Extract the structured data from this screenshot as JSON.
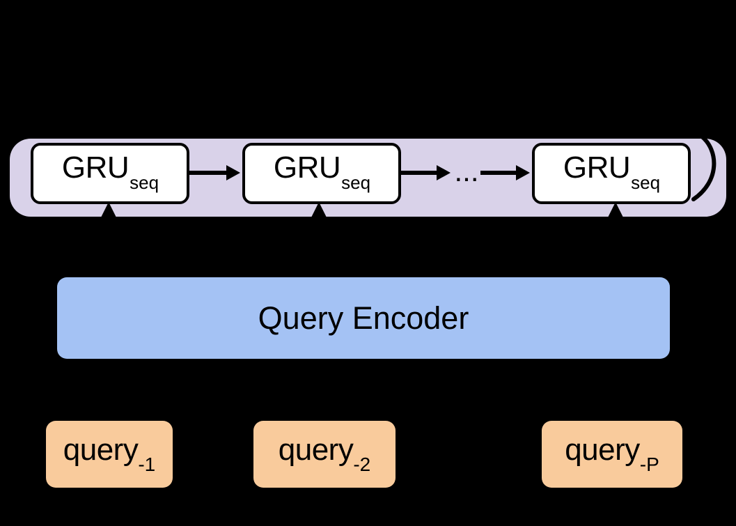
{
  "diagram": {
    "background_color": "#000000",
    "recurrent_band": {
      "name": "GRU sequence band",
      "fill_color": "#D9D2E9",
      "cells": [
        {
          "base": "GRU",
          "subscript": "seq"
        },
        {
          "base": "GRU",
          "subscript": "seq"
        },
        {
          "base": "GRU",
          "subscript": "seq"
        }
      ],
      "ellipsis": "...",
      "cell_fill_color": "#FFFFFF",
      "cell_border_color": "#000000",
      "loop_icon": "recurrent-loop-arc"
    },
    "encoder": {
      "label": "Query Encoder",
      "fill_color": "#A4C2F4"
    },
    "inputs": {
      "fill_color": "#F9CB9C",
      "items": [
        {
          "base": "query",
          "subscript": "-1"
        },
        {
          "base": "query",
          "subscript": "-2"
        },
        {
          "base": "query",
          "subscript": "-P"
        }
      ]
    },
    "connectors": {
      "horizontal_arrow_icon": "arrow-right-icon",
      "vertical_arrow_icon": "arrow-up-icon"
    }
  }
}
